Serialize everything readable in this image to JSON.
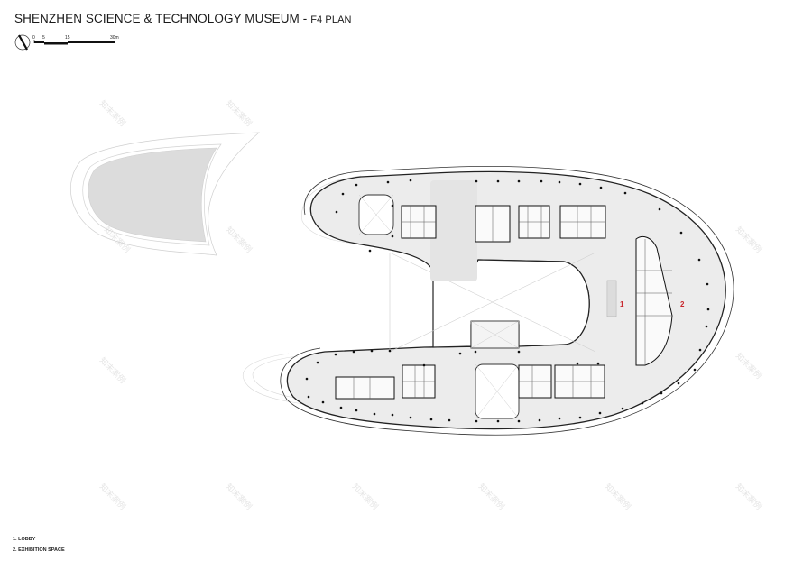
{
  "header": {
    "title": "SHENZHEN SCIENCE & TECHNOLOGY MUSEUM",
    "separator": " - ",
    "subtitle": "F4 PLAN"
  },
  "scale_bar": {
    "ticks": [
      "0",
      "5",
      "15",
      "30m"
    ],
    "north_arrow": "north-arrow-icon"
  },
  "plan": {
    "space_labels": [
      {
        "id": "1",
        "text": "1"
      },
      {
        "id": "2",
        "text": "2"
      }
    ],
    "colors": {
      "floor_fill": "#ececec",
      "line": "#222222",
      "roof_fill": "#d9d9d9",
      "label": "#c8262c"
    }
  },
  "legend": {
    "items": [
      {
        "number": "1.",
        "label": "LOBBY"
      },
      {
        "number": "2.",
        "label": "EXHIBITION SPACE"
      }
    ]
  },
  "watermark": "知末案例"
}
